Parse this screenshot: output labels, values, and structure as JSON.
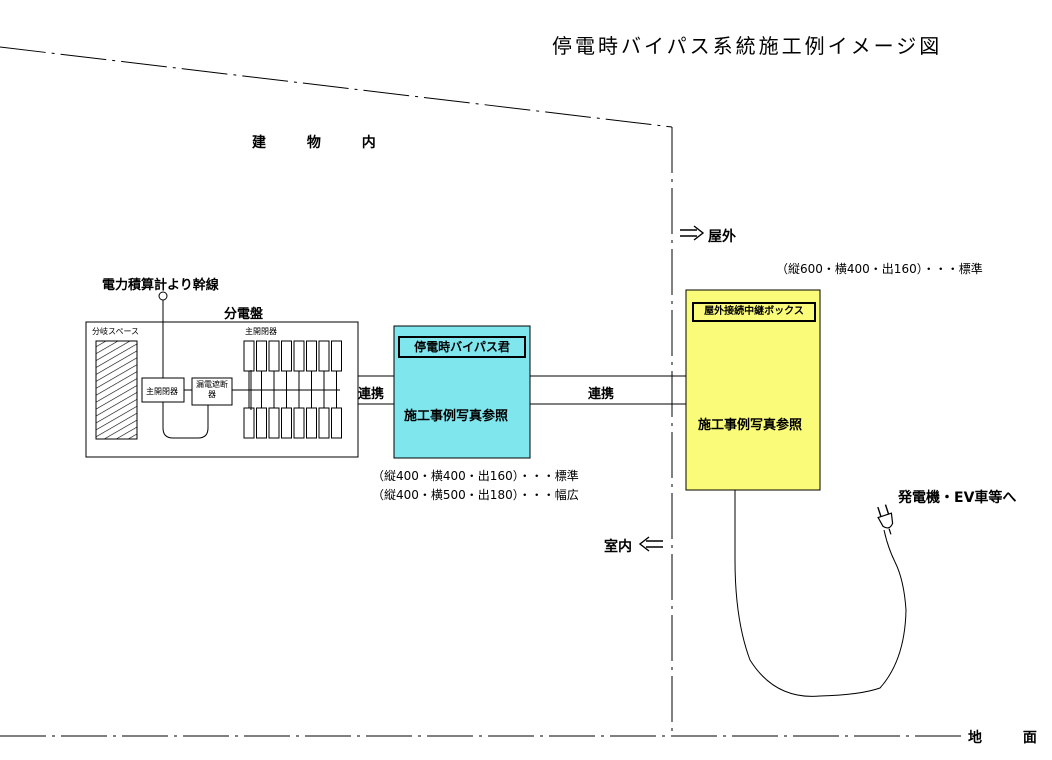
{
  "diagram": {
    "title": "停電時バイパス系統施工例イメージ図",
    "building_label": "建 物 内",
    "outside_label": "屋外",
    "indoor_label": "室内",
    "ground_label": "地 面",
    "main_line_label": "電力積算計より幹線",
    "panel": {
      "label": "分電盤",
      "branch_space": "分岐スペース",
      "main_breaker_label": "主開閉器",
      "main_breaker": "主開閉器",
      "earth_leakage": "漏電遮断器"
    },
    "bypass_box": {
      "name": "停電時バイパス君",
      "ref": "施工事例写真参照",
      "spec_standard": "（縦400・横400・出160）・・・標準",
      "spec_wide": "（縦400・横500・出180）・・・幅広"
    },
    "link_left": "連携",
    "link_right": "連携",
    "outdoor_box": {
      "name": "屋外接続中継ボックス",
      "ref": "施工事例写真参照",
      "spec": "（縦600・横400・出160）・・・標準"
    },
    "generator_label": "発電機・EV車等へ",
    "colors": {
      "bypass_fill": "#7fe6ee",
      "outdoor_fill": "#fbfb7a"
    }
  }
}
